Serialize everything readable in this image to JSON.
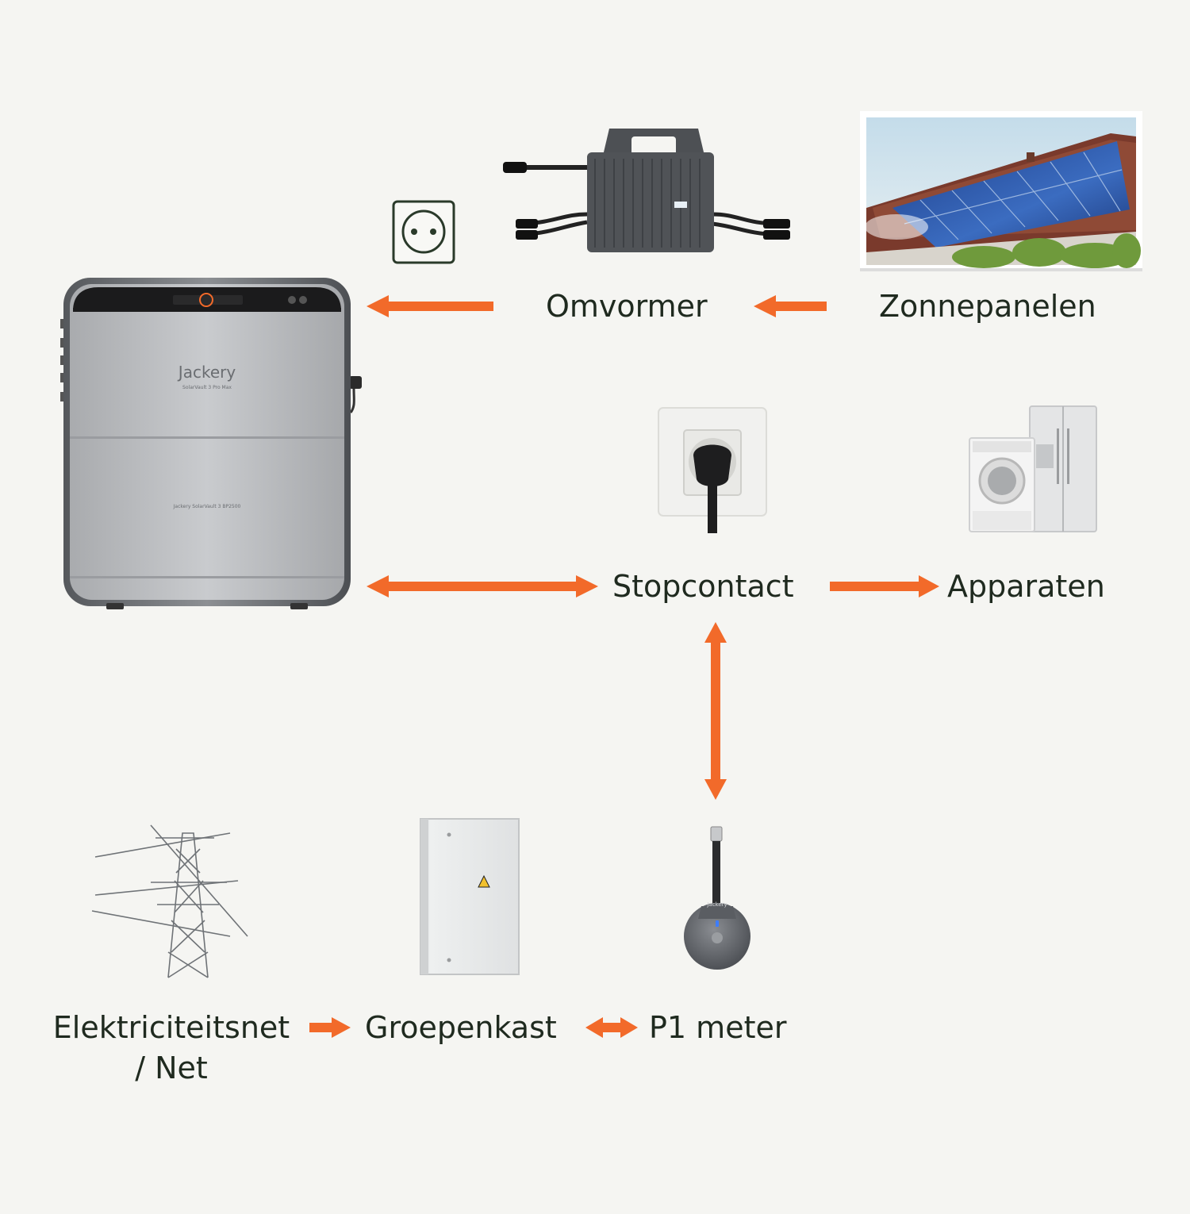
{
  "nodes": {
    "omvormer": "Omvormer",
    "zonnepanelen": "Zonnepanelen",
    "stopcontact": "Stopcontact",
    "apparaten": "Apparaten",
    "elektriciteitsnet_line1": "Elektriciteitsnet",
    "elektriciteitsnet_line2": "/ Net",
    "groepenkast": "Groepenkast",
    "p1_meter": "P1 meter"
  },
  "battery": {
    "brand": "Jackery",
    "model_top": "SolarVault 3 Pro Max",
    "model_bottom": "Jackery SolarVault 3 BP2500"
  },
  "p1_device_brand": "Jackery",
  "colors": {
    "arrow": "#f26a2a",
    "text": "#1f2a1f",
    "background": "#f5f5f2"
  },
  "icons": [
    "socket-outline-icon",
    "inverter-icon",
    "solar-roof-photo",
    "battery-unit",
    "wall-socket-photo",
    "appliances-photo",
    "power-pylon-icon",
    "breaker-cabinet-icon",
    "p1-meter-device"
  ]
}
